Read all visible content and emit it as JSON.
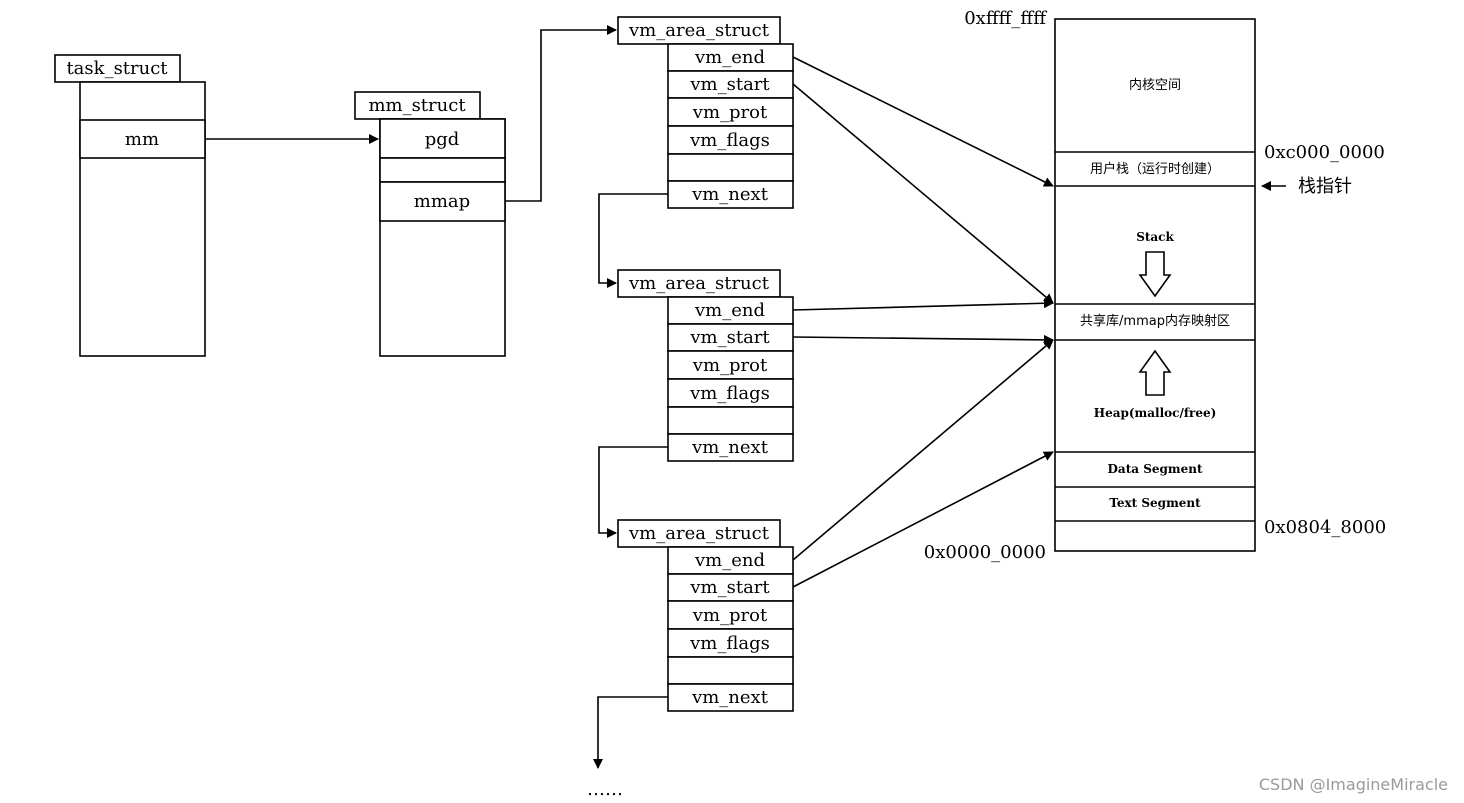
{
  "task_struct": {
    "title": "task_struct",
    "field": "mm"
  },
  "mm_struct": {
    "title": "mm_struct",
    "fields": [
      "pgd",
      "",
      "mmap"
    ]
  },
  "vma": {
    "title": "vm_area_struct",
    "fields": [
      "vm_end",
      "vm_start",
      "vm_prot",
      "vm_flags",
      "",
      "vm_next"
    ]
  },
  "ellipsis": "……",
  "memory": {
    "kernel": "内核空间",
    "user_stack": "用户栈（运行时创建）",
    "stack": "Stack",
    "mmap_region": "共享库/mmap内存映射区",
    "heap": "Heap(malloc/free)",
    "data": "Data Segment",
    "text": "Text Segment"
  },
  "addresses": {
    "top": "0xffff_ffff",
    "kernel_boundary": "0xc000_0000",
    "text_start": "0x0804_8000",
    "bottom": "0x0000_0000"
  },
  "stack_pointer": "栈指针",
  "watermark": "CSDN @ImagineMiracle"
}
